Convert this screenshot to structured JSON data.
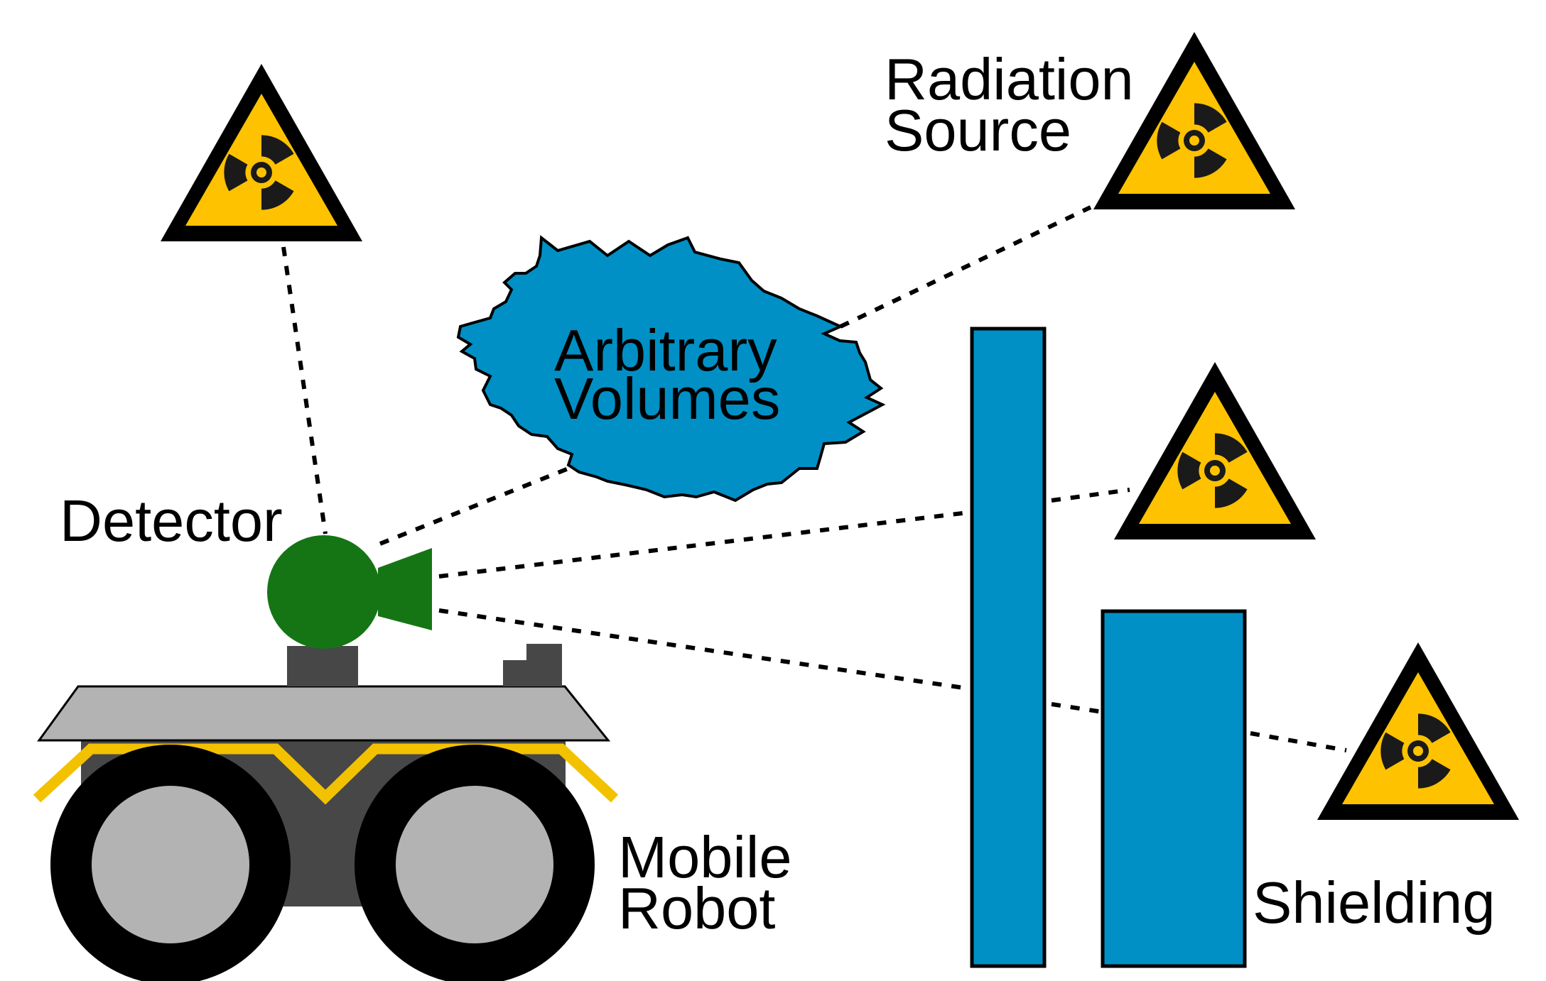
{
  "labels": {
    "radiation_source_line1": "Radiation",
    "radiation_source_line2": "Source",
    "arbitrary_volumes_line1": "Arbitrary",
    "arbitrary_volumes_line2": "Volumes",
    "detector": "Detector",
    "mobile_robot_line1": "Mobile",
    "mobile_robot_line2": "Robot",
    "shielding": "Shielding"
  },
  "icons": {
    "warning_sign": "radiation-warning-icon"
  },
  "colors": {
    "warning_yellow": "#FFC200",
    "trefoil_black": "#1a1a1a",
    "shield_blue": "#0090C6",
    "detector_green": "#157515",
    "robot_dark": "#474747",
    "robot_light": "#B3B3B3",
    "bumper_yellow": "#F2C200"
  }
}
